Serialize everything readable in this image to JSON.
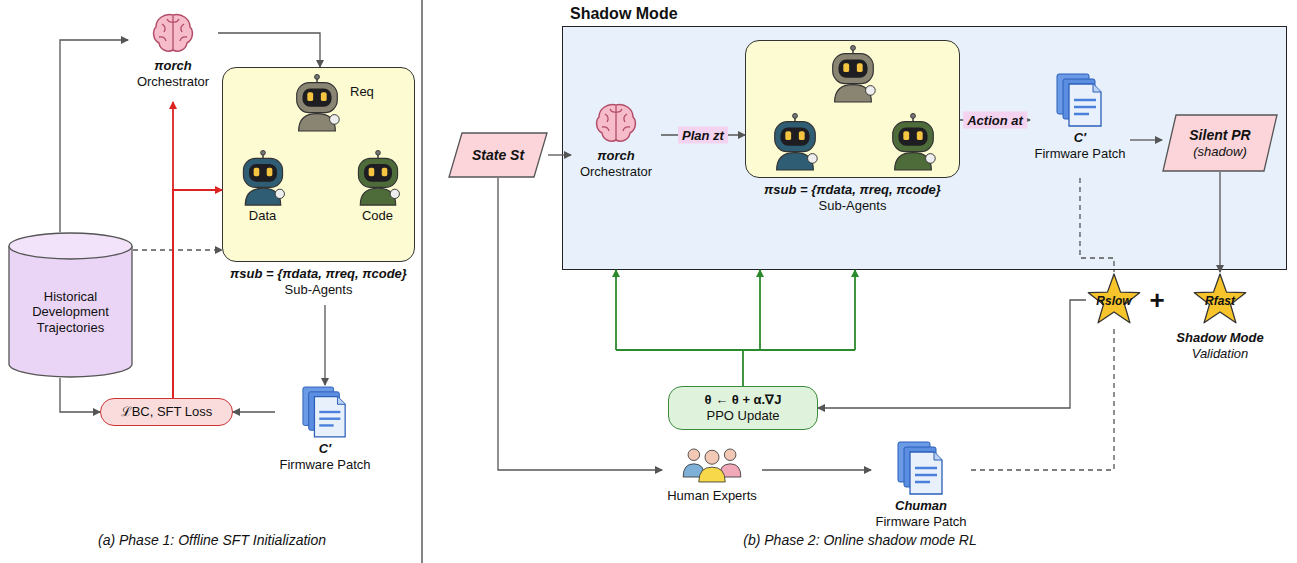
{
  "diagram": {
    "nodes": [
      {
        "text": [
          "Historical Development Trajectories"
        ]
      },
      {
        "text": [
          "πorch",
          "Orchestrator"
        ]
      },
      {
        "text": [
          "πsub = {πdata, πreq, πcode}",
          "Sub-Agents"
        ]
      },
      {
        "text": [
          "Req"
        ],
        "in": 2
      },
      {
        "text": [
          "Data"
        ],
        "in": 2
      },
      {
        "text": [
          "Code"
        ],
        "in": 2
      },
      {
        "text": [
          "C′",
          "Firmware Patch"
        ]
      },
      {
        "text": [
          "ℒBC, SFT Loss"
        ]
      },
      {
        "text": [
          "State St"
        ]
      },
      {
        "text": [
          "Shadow Mode"
        ]
      },
      {
        "text": [
          "πorch",
          "Orchestrator"
        ],
        "in": 9
      },
      {
        "text": [
          "πsub = {πdata, πreq, πcode}",
          "Sub-Agents"
        ],
        "in": 9
      },
      {
        "text": [
          "C′",
          "Firmware Patch"
        ],
        "in": 9
      },
      {
        "text": [
          "Silent PR",
          "(shadow)"
        ],
        "in": 9
      },
      {
        "text": [
          "θ ← θ + α.∇J",
          "PPO Update"
        ]
      },
      {
        "text": [
          "Rslow"
        ]
      },
      {
        "text": [
          "Rfast",
          "Shadow Mode",
          "Validation"
        ]
      },
      {
        "text": [
          "Human Experts"
        ]
      },
      {
        "text": [
          "Chuman",
          "Firmware Patch"
        ]
      }
    ],
    "edges": [
      {
        "from": 0,
        "to": 1,
        "arrow": "to"
      },
      {
        "from": 1,
        "to": 2,
        "arrow": "to"
      },
      {
        "from": 0,
        "to": 2,
        "arrow": "to"
      },
      {
        "from": 0,
        "to": 7,
        "arrow": "to"
      },
      {
        "from": 6,
        "to": 7,
        "arrow": "to"
      },
      {
        "from": 7,
        "to": 1,
        "arrow": "to"
      },
      {
        "from": 7,
        "to": 2,
        "arrow": "to"
      },
      {
        "from": 2,
        "to": 6,
        "arrow": "to"
      },
      {
        "from": 8,
        "to": 10,
        "arrow": "to"
      },
      {
        "from": 10,
        "to": 11,
        "label": "Plan zt",
        "arrow": "to"
      },
      {
        "from": 11,
        "to": 12,
        "label": "Action at",
        "arrow": "to"
      },
      {
        "from": 12,
        "to": 13,
        "arrow": "to"
      },
      {
        "from": 13,
        "to": 16,
        "arrow": "to"
      },
      {
        "from": 12,
        "to": 15,
        "arrow": "none"
      },
      {
        "from": 8,
        "to": 17,
        "arrow": "to"
      },
      {
        "from": 17,
        "to": 18,
        "arrow": "to"
      },
      {
        "from": 18,
        "to": 15,
        "arrow": "none"
      },
      {
        "from": 15,
        "to": 14,
        "arrow": "to"
      },
      {
        "from": 14,
        "to": 9,
        "arrow": "to"
      }
    ],
    "labels": [
      "+",
      "(a) Phase 1: Offline SFT Initialization",
      "(b) Phase 2: Online shadow mode RL"
    ]
  }
}
